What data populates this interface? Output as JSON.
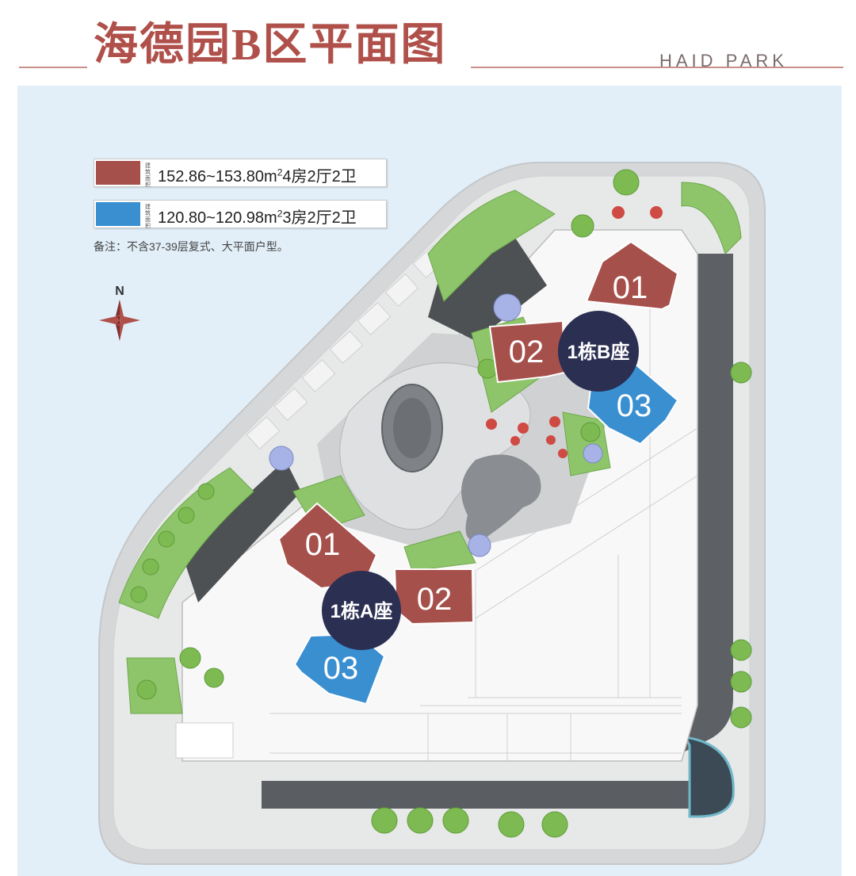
{
  "header": {
    "title": "海德园B区平面图",
    "brand": "HAID PARK"
  },
  "legend": [
    {
      "color": "#a6504b",
      "small_label": "建筑面积",
      "area": "152.86~153.80m",
      "sup": "2",
      "layout": "4房2厅2卫"
    },
    {
      "color": "#3a8fd1",
      "small_label": "建筑面积",
      "area": "120.80~120.98m",
      "sup": "2",
      "layout": "3房2厅2卫"
    }
  ],
  "note": "备注：不含37-39层复式、大平面户型。",
  "compass": {
    "label": "N"
  },
  "buildings": {
    "b": {
      "label": "1栋B座",
      "units": [
        "01",
        "02",
        "03"
      ]
    },
    "a": {
      "label": "1栋A座",
      "units": [
        "01",
        "02",
        "03"
      ]
    }
  },
  "colors": {
    "large_unit": "#a6504b",
    "small_unit": "#3a8fd1",
    "tower_badge": "#2b2f52",
    "title": "#b0504a"
  }
}
